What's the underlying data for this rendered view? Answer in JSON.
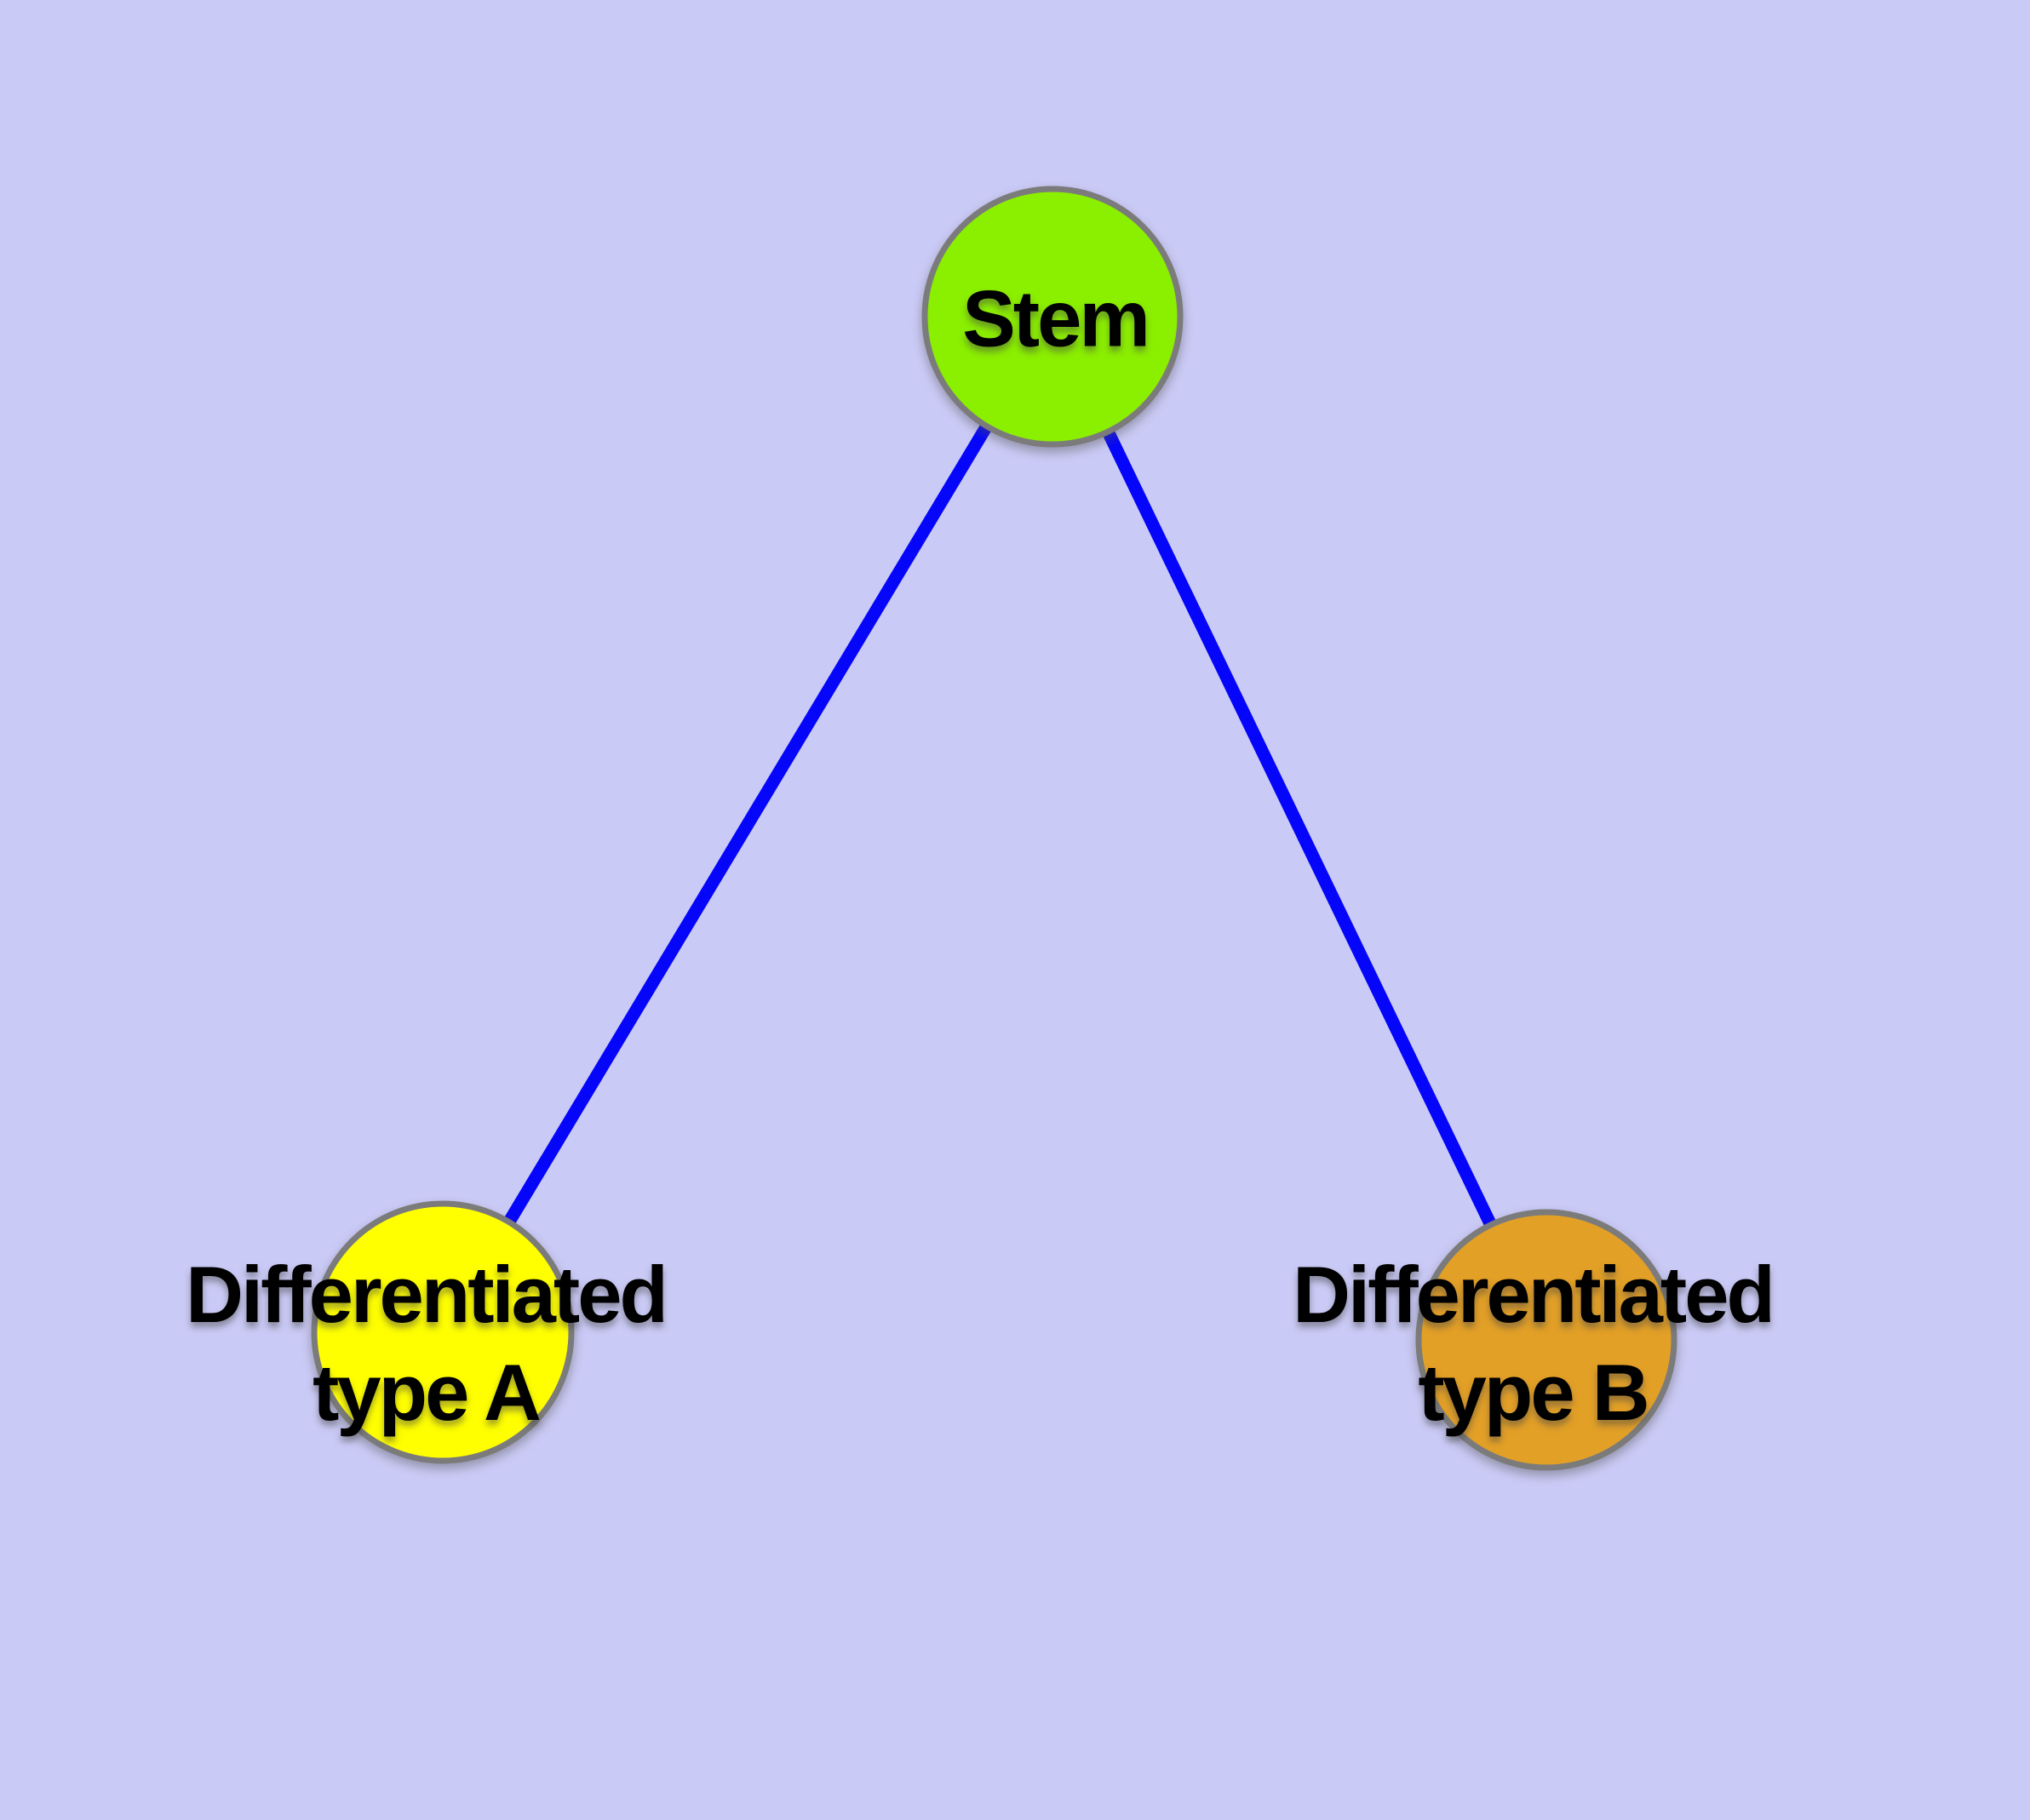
{
  "figure": {
    "background_color": "#CACAF6",
    "node_border_color": "#7B7B7B",
    "edge_color": "#0505FA",
    "label_color": "#000000",
    "nodes": [
      {
        "id": "stem",
        "label": "Stem",
        "label_line1": "Stem",
        "label_line2": "",
        "fill_color": "#8BEF00"
      },
      {
        "id": "diff-a",
        "label": "Differentiated type A",
        "label_line1": "Differentiated",
        "label_line2": "type A",
        "fill_color": "#FFFF00"
      },
      {
        "id": "diff-b",
        "label": "Differentiated type B",
        "label_line1": "Differentiated",
        "label_line2": "type B",
        "fill_color": "#E3A027"
      }
    ],
    "edges": [
      {
        "from": "Stem",
        "to": "Differentiated type A"
      },
      {
        "from": "Stem",
        "to": "Differentiated type B"
      }
    ]
  }
}
